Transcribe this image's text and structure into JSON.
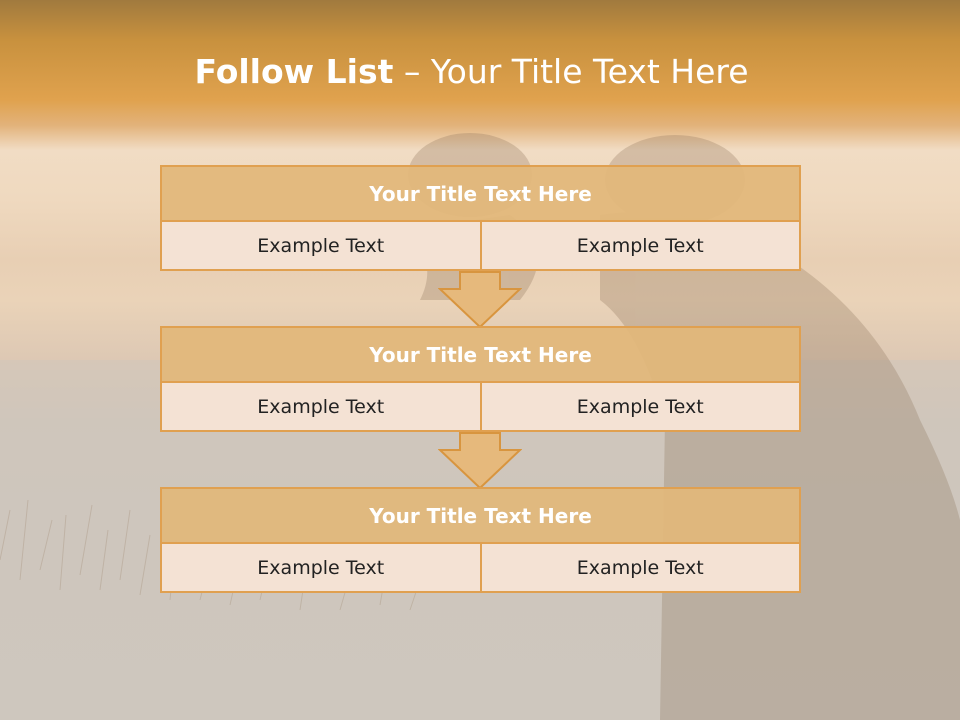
{
  "slide": {
    "title_bold": "Follow List",
    "title_rest": " – Your Title Text Here"
  },
  "blocks": [
    {
      "title": "Your Title Text Here",
      "left_text": "Example Text",
      "right_text": "Example Text"
    },
    {
      "title": "Your Title Text Here",
      "left_text": "Example Text",
      "right_text": "Example Text"
    },
    {
      "title": "Your Title Text Here",
      "left_text": "Example Text",
      "right_text": "Example Text"
    }
  ],
  "colors": {
    "accent": "#e0a050",
    "header_fill": "#e2b77a",
    "cell_fill": "#f4e2d4",
    "arrow_fill": "#e6b97c"
  }
}
